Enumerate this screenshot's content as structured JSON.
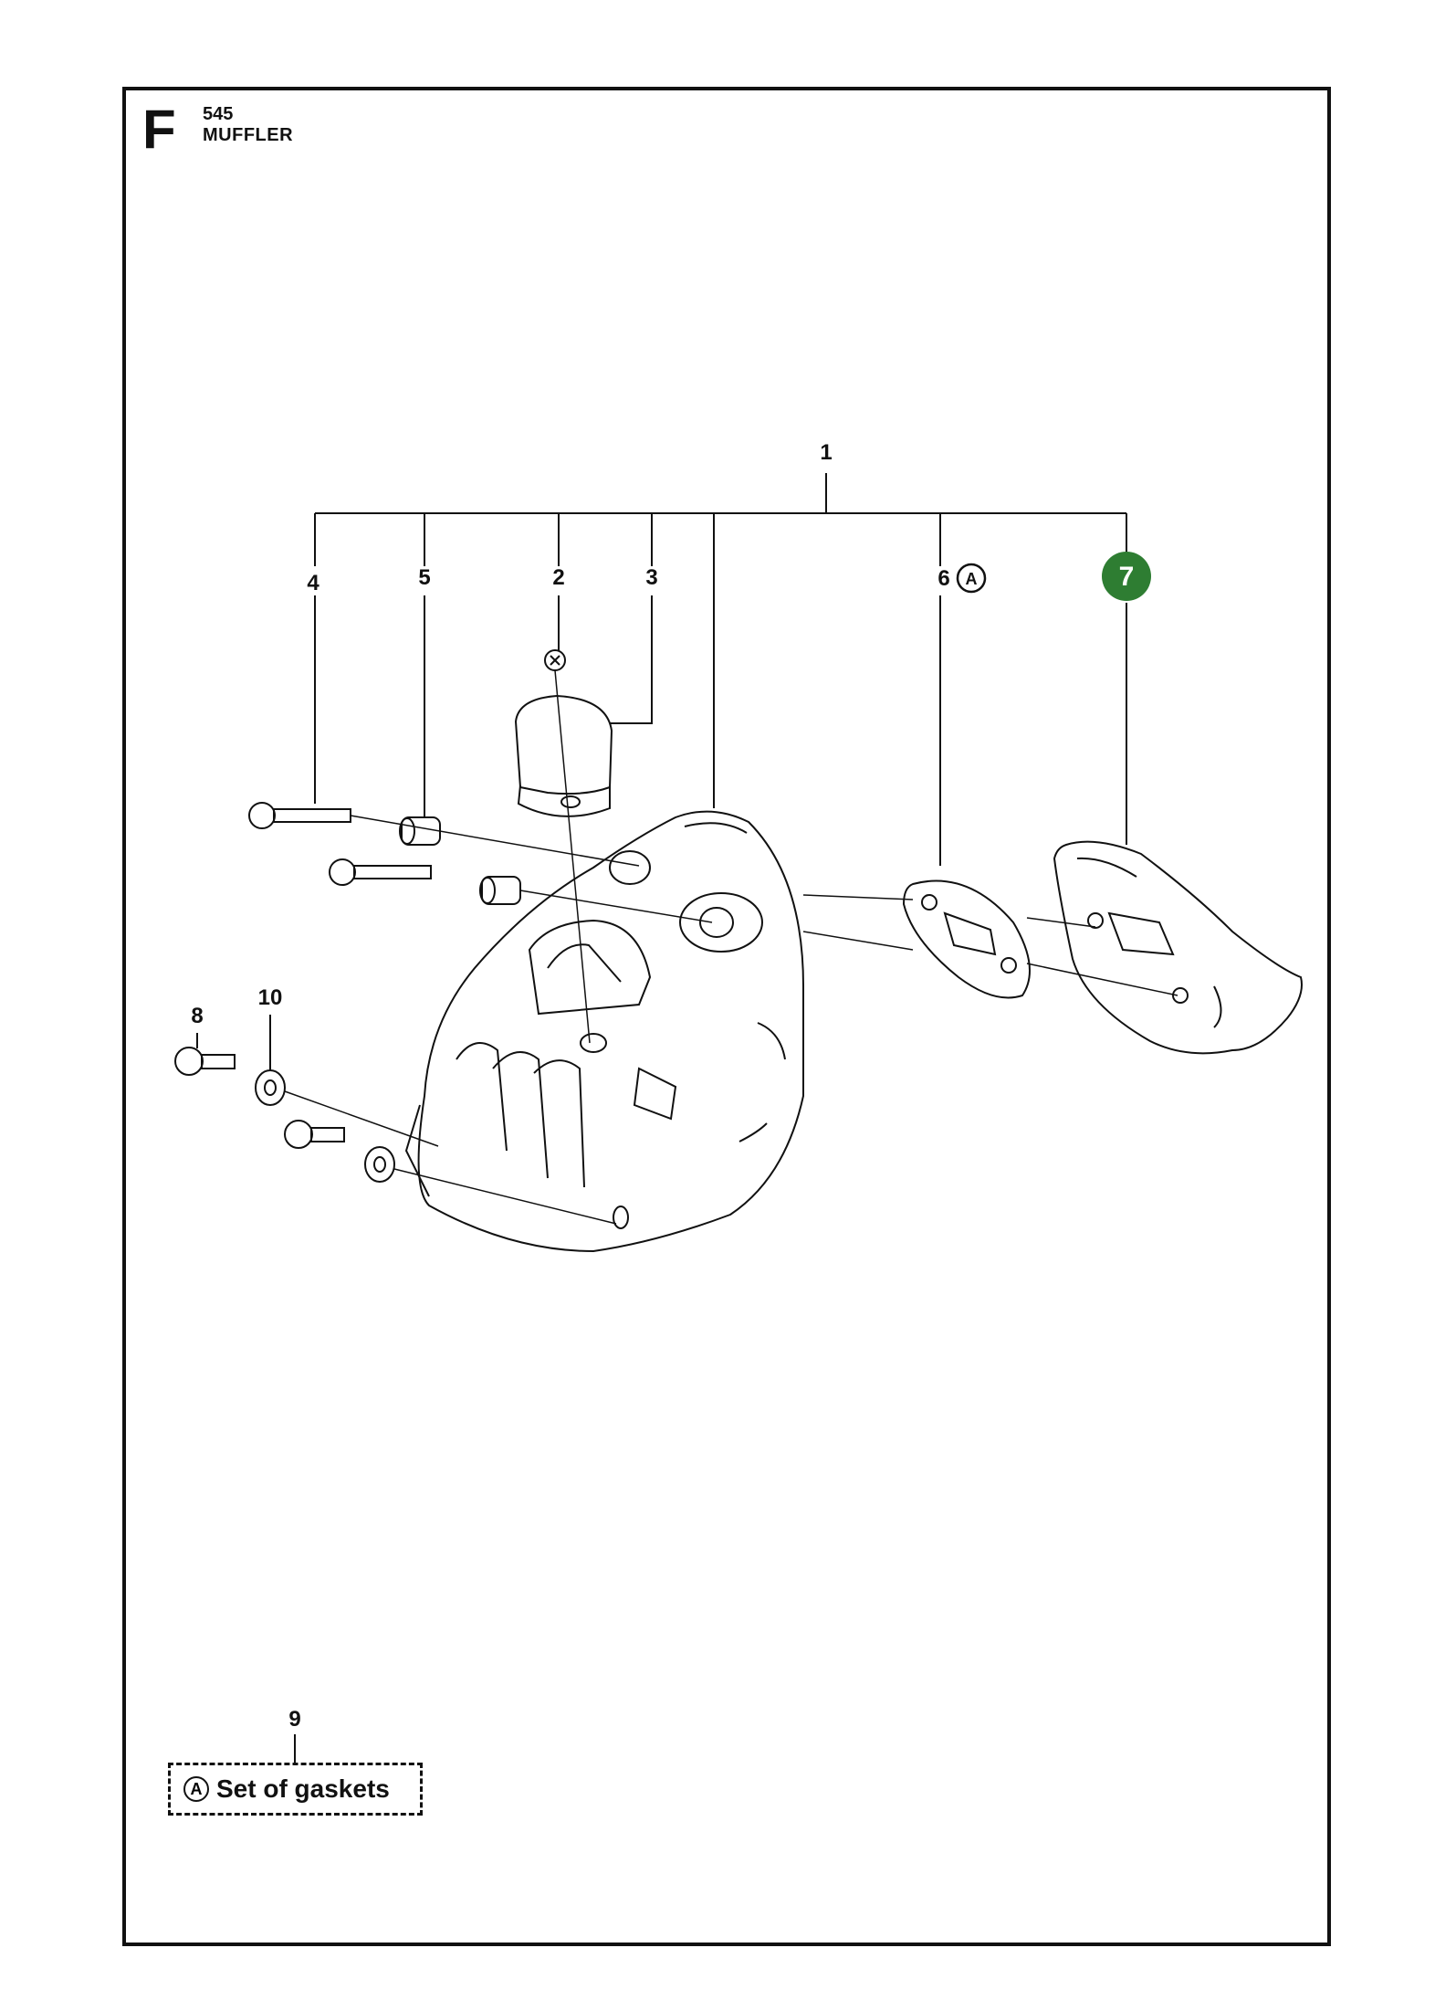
{
  "header": {
    "section_letter": "F",
    "model": "545",
    "title": "MUFFLER"
  },
  "callouts": {
    "c1": "1",
    "c2": "2",
    "c3": "3",
    "c4": "4",
    "c5": "5",
    "c6": "6",
    "c7": "7",
    "c8": "8",
    "c9": "9",
    "c10": "10",
    "gasket_mark": "A"
  },
  "legend": {
    "mark": "A",
    "text": "Set of gaskets"
  },
  "colors": {
    "highlight": "#2e7d32",
    "ink": "#111111"
  }
}
